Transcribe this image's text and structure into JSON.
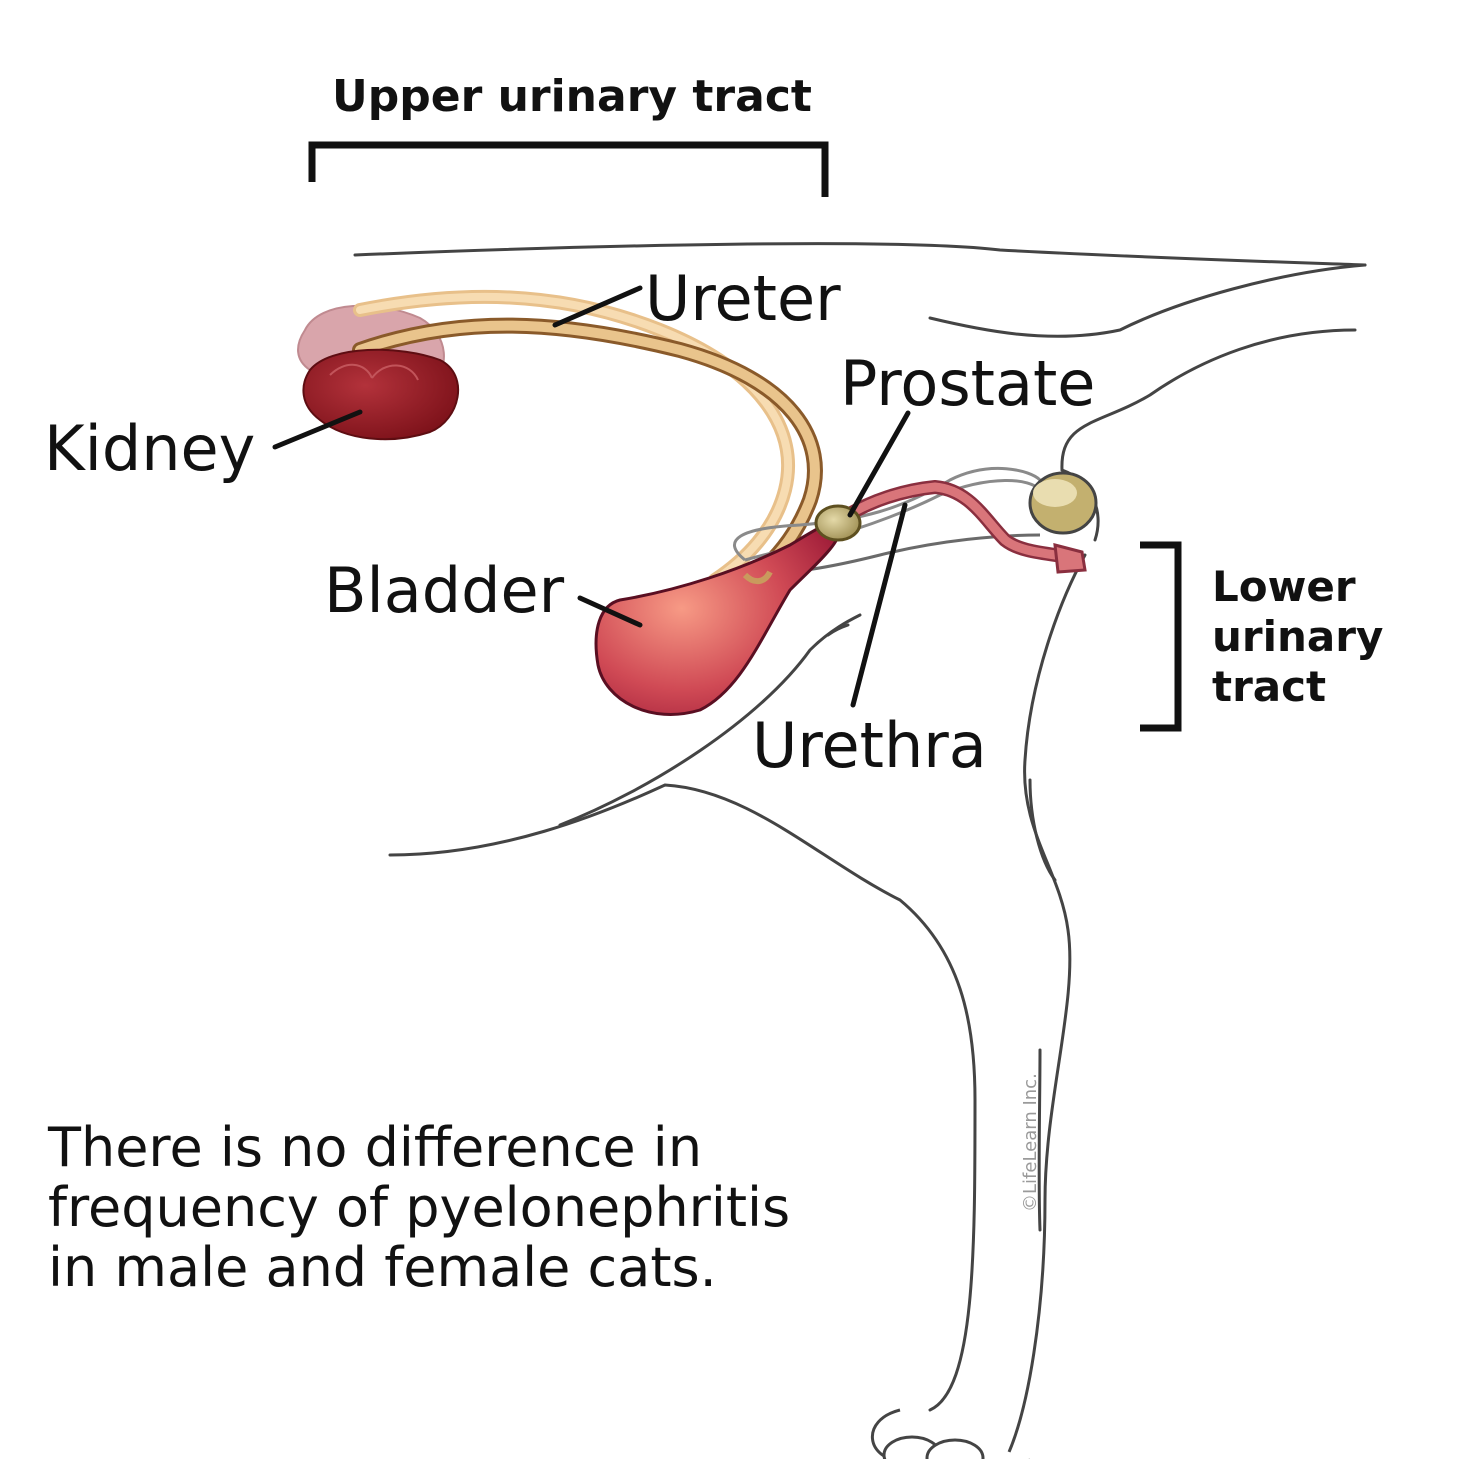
{
  "labels": {
    "upper_tract": "Upper urinary tract",
    "ureter": "Ureter",
    "prostate": "Prostate",
    "kidney": "Kidney",
    "bladder": "Bladder",
    "urethra": "Urethra",
    "lower_tract": [
      "Lower",
      "urinary",
      "tract"
    ]
  },
  "caption": [
    "There is no difference in",
    "frequency of pyelonephritis",
    "in male and female cats."
  ],
  "watermark": "©LifeLearn Inc.",
  "colors": {
    "outline": "#444444",
    "kidney": "#8e1b24",
    "kidney_back": "#d7a3a6",
    "ureter": "#c99a5d",
    "bladder": "#c2344a",
    "bladder_light": "#f0907f",
    "urethra": "#d06a6a",
    "prostate": "#b5a36a"
  }
}
